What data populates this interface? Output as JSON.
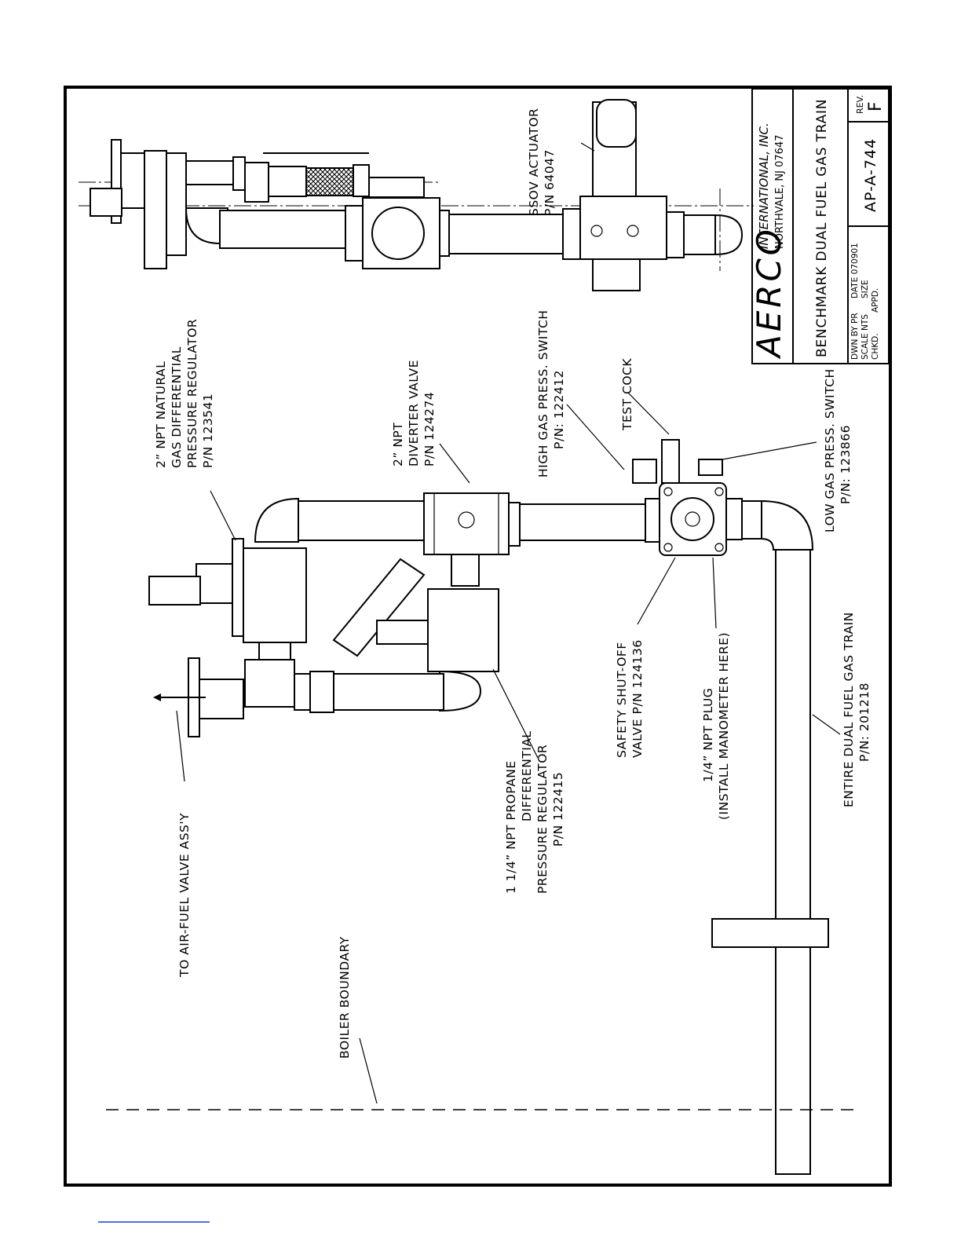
{
  "labels": {
    "ssov_actuator": [
      "SSOV ACTUATOR",
      "P/N 64047"
    ],
    "natural_gas_regulator": [
      "2” NPT NATURAL",
      "GAS DIFFERENTIAL",
      "PRESSURE REGULATOR",
      "P/N 123541"
    ],
    "diverter_valve": [
      "2” NPT",
      "DIVERTER VALVE",
      "P/N 124274"
    ],
    "high_gas_switch": [
      "HIGH GAS PRESS. SWITCH",
      "P/N: 122412"
    ],
    "test_cock": [
      "TEST COCK"
    ],
    "low_gas_switch": [
      "LOW GAS PRESS. SWITCH",
      "P/N: 123866"
    ],
    "air_fuel_valve": [
      "TO AIR-FUEL VALVE ASS'Y"
    ],
    "propane_regulator": [
      "1 1/4” NPT PROPANE",
      "DIFFERENTIAL",
      "PRESSURE REGULATOR",
      "P/N 122415"
    ],
    "safety_shutoff": [
      "SAFETY SHUT-OFF",
      "VALVE P/N 124136"
    ],
    "npt_plug": [
      "1/4” NPT PLUG",
      "(INSTALL MANOMETER HERE)"
    ],
    "gas_train": [
      "ENTIRE DUAL FUEL GAS TRAIN",
      "P/N: 201218"
    ],
    "boiler_boundary": [
      "BOILER BOUNDARY"
    ]
  },
  "title_block": {
    "company": "AERCO",
    "company_sub": "INTERNATIONAL, INC.",
    "address": "NORTHVALE, NJ    07647",
    "title": "BENCHMARK DUAL FUEL GAS TRAIN",
    "dwn_by": "DWN BY PR",
    "date": "DATE 070901",
    "scale": "SCALE  NTS",
    "size": "SIZE",
    "chkd": "CHKD.",
    "appd": "APPD.",
    "drawing_number": "AP-A-744",
    "rev_label": "REV.",
    "rev_value": "F"
  }
}
